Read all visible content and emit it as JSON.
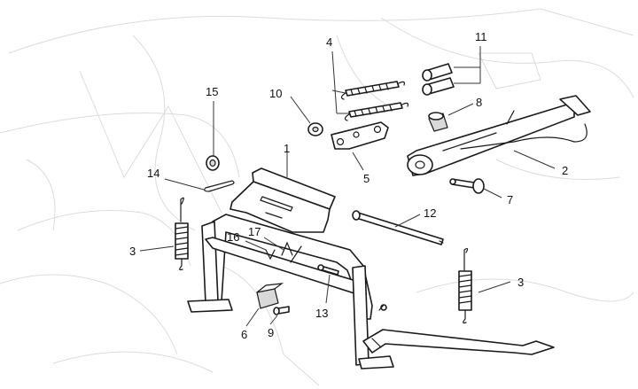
{
  "diagram": {
    "callouts": [
      {
        "id": "c1",
        "text": "1"
      },
      {
        "id": "c2",
        "text": "2"
      },
      {
        "id": "c3a",
        "text": "3"
      },
      {
        "id": "c3b",
        "text": "3"
      },
      {
        "id": "c4",
        "text": "4"
      },
      {
        "id": "c5",
        "text": "5"
      },
      {
        "id": "c6",
        "text": "6"
      },
      {
        "id": "c7",
        "text": "7"
      },
      {
        "id": "c8",
        "text": "8"
      },
      {
        "id": "c9",
        "text": "9"
      },
      {
        "id": "c10",
        "text": "10"
      },
      {
        "id": "c11",
        "text": "11"
      },
      {
        "id": "c12",
        "text": "12"
      },
      {
        "id": "c13",
        "text": "13"
      },
      {
        "id": "c14",
        "text": "14"
      },
      {
        "id": "c15",
        "text": "15"
      },
      {
        "id": "c16",
        "text": "16"
      },
      {
        "id": "c17",
        "text": "17"
      }
    ]
  }
}
